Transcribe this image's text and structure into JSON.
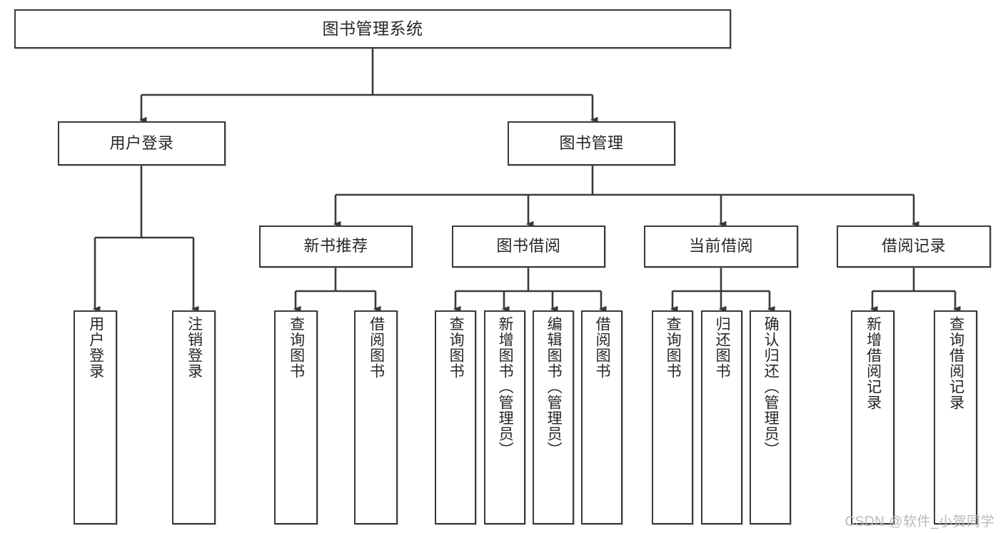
{
  "diagram": {
    "title": "图书管理系统",
    "type": "tree-hierarchy",
    "colors": {
      "node_border": "#3a3a3a",
      "node_fill": "#ffffff",
      "edge": "#3a3a3a",
      "text": "#262626",
      "watermark": "#b9b9b9",
      "background": "#ffffff"
    },
    "watermark": "CSDN @软件_小贺同学"
  },
  "nodes": {
    "root": {
      "label": "图书管理系统"
    },
    "level1": [
      {
        "id": "user-login",
        "label": "用户登录"
      },
      {
        "id": "book-management",
        "label": "图书管理"
      }
    ],
    "level2": [
      {
        "id": "new-book-recommend",
        "label": "新书推荐",
        "parent": "book-management"
      },
      {
        "id": "book-borrow",
        "label": "图书借阅",
        "parent": "book-management"
      },
      {
        "id": "current-borrow",
        "label": "当前借阅",
        "parent": "book-management"
      },
      {
        "id": "borrow-record",
        "label": "借阅记录",
        "parent": "book-management"
      }
    ],
    "leaves": [
      {
        "id": "leaf-user-login",
        "label": "用户登录",
        "parent": "user-login"
      },
      {
        "id": "leaf-logout",
        "label": "注销登录",
        "parent": "user-login"
      },
      {
        "id": "leaf-query-book-1",
        "label": "查询图书",
        "parent": "new-book-recommend"
      },
      {
        "id": "leaf-borrow-book-1",
        "label": "借阅图书",
        "parent": "new-book-recommend"
      },
      {
        "id": "leaf-query-book-2",
        "label": "查询图书",
        "parent": "book-borrow"
      },
      {
        "id": "leaf-add-book",
        "label": "新增图书（管理员）",
        "parent": "book-borrow"
      },
      {
        "id": "leaf-edit-book",
        "label": "编辑图书（管理员）",
        "parent": "book-borrow"
      },
      {
        "id": "leaf-borrow-book-2",
        "label": "借阅图书",
        "parent": "book-borrow"
      },
      {
        "id": "leaf-query-book-3",
        "label": "查询图书",
        "parent": "current-borrow"
      },
      {
        "id": "leaf-return-book",
        "label": "归还图书",
        "parent": "current-borrow"
      },
      {
        "id": "leaf-confirm-return",
        "label": "确认归还（管理员）",
        "parent": "current-borrow"
      },
      {
        "id": "leaf-add-borrow-record",
        "label": "新增借阅记录",
        "parent": "borrow-record"
      },
      {
        "id": "leaf-query-borrow-record",
        "label": "查询借阅记录",
        "parent": "borrow-record"
      }
    ]
  }
}
